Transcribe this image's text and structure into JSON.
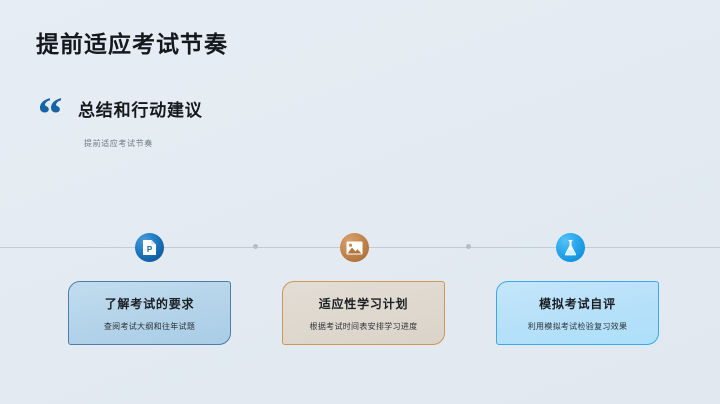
{
  "slide": {
    "title": "提前适应考试节奏",
    "background_color": "#e4ebf2"
  },
  "quote": {
    "mark": "“",
    "mark_color": "#1763a6",
    "heading": "总结和行动建议",
    "subtitle": "提前适应考试节奏"
  },
  "timeline": {
    "line_color": "#c3ccd6",
    "dot_color": "#b4bfcb",
    "nodes": [
      {
        "icon": "powerpoint-file-icon",
        "icon_letter": "P",
        "circle_color": "#1464a8"
      },
      {
        "icon": "image-picture-icon",
        "circle_color": "#b2763f"
      },
      {
        "icon": "flask-beaker-icon",
        "circle_color": "#1695e0"
      }
    ]
  },
  "cards": [
    {
      "title": "了解考试的要求",
      "desc": "查阅考试大纲和往年试题",
      "fill_color": "#b3d3e9",
      "border_color": "#4a7fa8"
    },
    {
      "title": "适应性学习计划",
      "desc": "根据考试时间表安排学习进度",
      "fill_color": "#ded8ce",
      "border_color": "#cf9657"
    },
    {
      "title": "模拟考试自评",
      "desc": "利用模拟考试检验复习效果",
      "fill_color": "#b6e0f9",
      "border_color": "#37a9ec"
    }
  ]
}
